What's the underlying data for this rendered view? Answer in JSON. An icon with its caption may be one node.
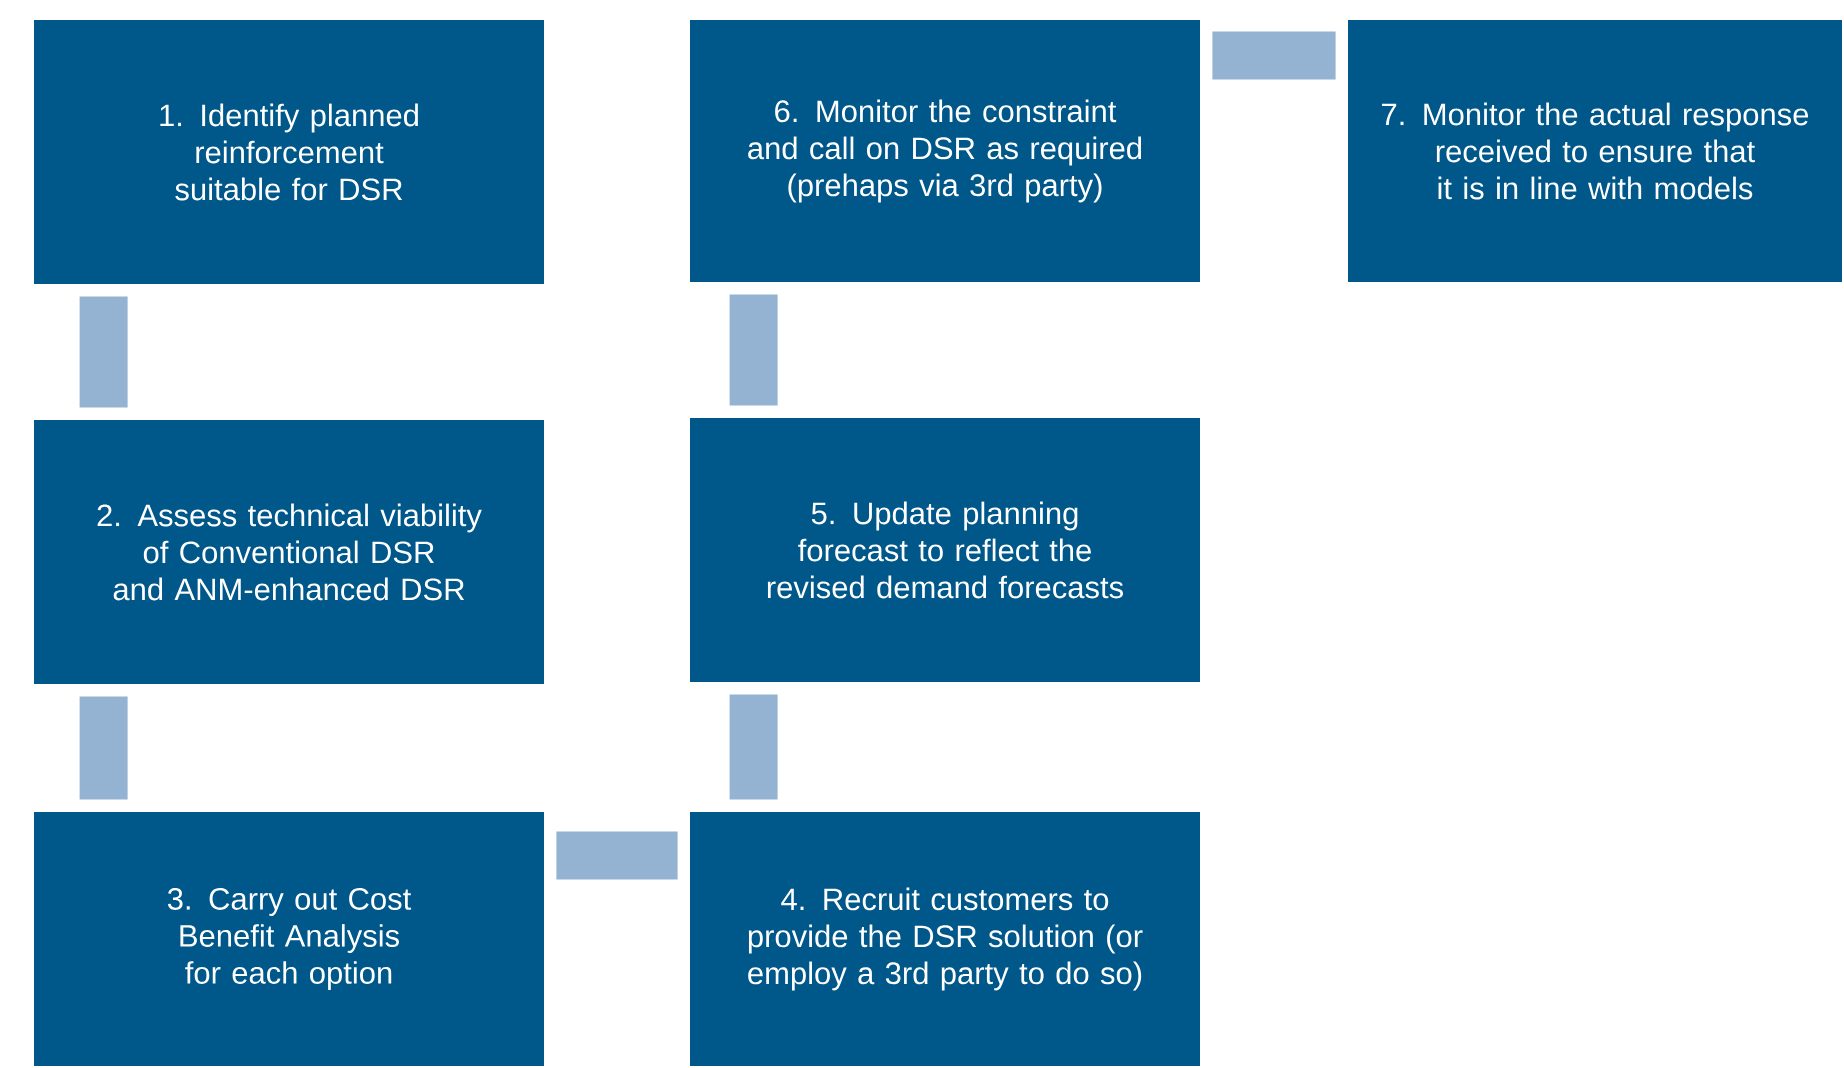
{
  "diagram": {
    "nodes": [
      {
        "text": [
          "1. Identify planned reinforcement suitable for DSR"
        ]
      },
      {
        "text": [
          "2. Assess technical viability of Conventional DSR and ANM-enhanced DSR"
        ]
      },
      {
        "text": [
          "3. Carry out Cost Benefit Analysis for each option"
        ]
      },
      {
        "text": [
          "4. Recruit customers to provide the DSR solution (or employ a 3rd party to do so)"
        ]
      },
      {
        "text": [
          "5. Update planning forecast to reflect the revised demand forecasts"
        ]
      },
      {
        "text": [
          "6. Monitor the constraint and call on DSR as required (prehaps via 3rd party)"
        ]
      },
      {
        "text": [
          "7. Monitor the actual response received to ensure that it is in line with models"
        ]
      }
    ],
    "edges": [
      {
        "from": 0,
        "to": 1,
        "arrow": "none"
      },
      {
        "from": 1,
        "to": 2,
        "arrow": "none"
      },
      {
        "from": 2,
        "to": 3,
        "arrow": "none"
      },
      {
        "from": 3,
        "to": 4,
        "arrow": "none"
      },
      {
        "from": 4,
        "to": 5,
        "arrow": "none"
      },
      {
        "from": 5,
        "to": 6,
        "arrow": "none"
      }
    ]
  }
}
